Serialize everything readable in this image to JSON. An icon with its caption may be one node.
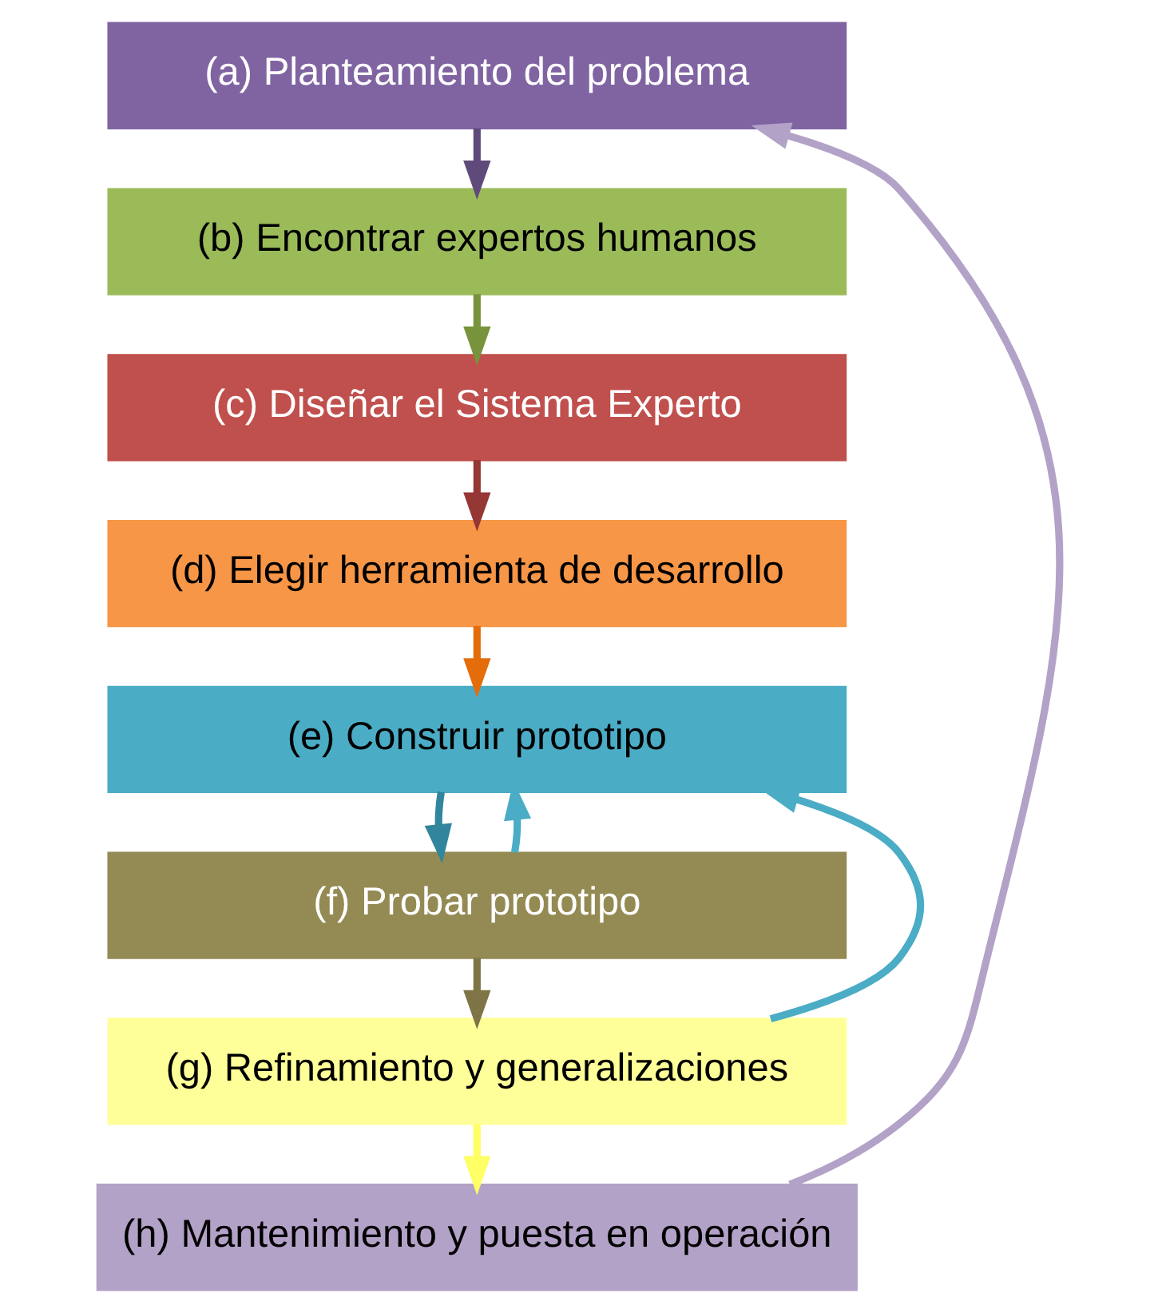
{
  "diagram": {
    "nodes": [
      {
        "text": [
          "(a) Planteamiento del problema"
        ]
      },
      {
        "text": [
          "(b) Encontrar expertos humanos"
        ]
      },
      {
        "text": [
          "(c) Diseñar el Sistema Experto"
        ]
      },
      {
        "text": [
          "(d) Elegir herramienta de desarrollo"
        ]
      },
      {
        "text": [
          "(e) Construir prototipo"
        ]
      },
      {
        "text": [
          "(f) Probar prototipo"
        ]
      },
      {
        "text": [
          "(g) Refinamiento y generalizaciones"
        ]
      },
      {
        "text": [
          "(h) Mantenimiento y puesta en operación"
        ]
      }
    ],
    "edges": [
      {
        "from": 0,
        "to": 1,
        "arrow": "to",
        "color": "#604a7b"
      },
      {
        "from": 1,
        "to": 2,
        "arrow": "to",
        "color": "#77933c"
      },
      {
        "from": 2,
        "to": 3,
        "arrow": "to",
        "color": "#953735"
      },
      {
        "from": 3,
        "to": 4,
        "arrow": "to",
        "color": "#e46c0a"
      },
      {
        "from": 4,
        "to": 5,
        "arrow": "to",
        "color": "#31859c"
      },
      {
        "from": 5,
        "to": 6,
        "arrow": "to",
        "color": "#7f7446"
      },
      {
        "from": 6,
        "to": 7,
        "arrow": "to",
        "color": "#ffff66"
      },
      {
        "from": 5,
        "to": 4,
        "arrow": "to",
        "color": "#4bacc6"
      },
      {
        "from": 6,
        "to": 4,
        "arrow": "to",
        "color": "#4bacc6"
      },
      {
        "from": 7,
        "to": 0,
        "arrow": "to",
        "color": "#b3a2c7"
      }
    ]
  }
}
